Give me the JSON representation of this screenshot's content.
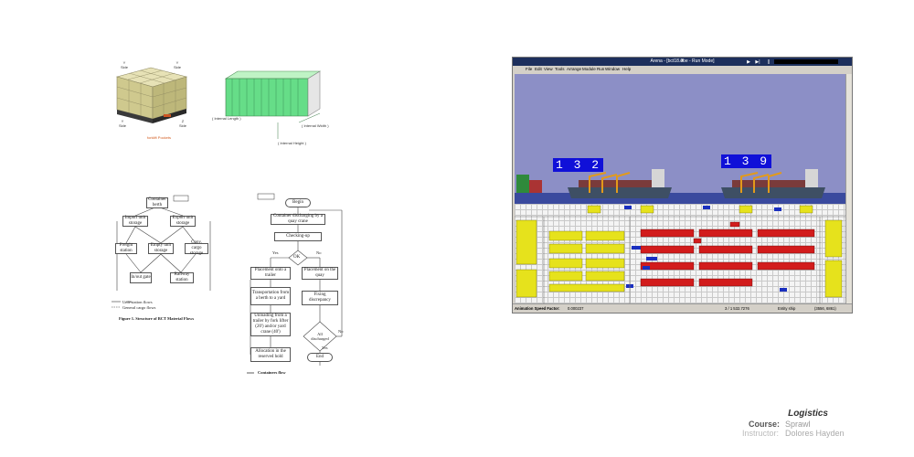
{
  "pallet": {
    "face_labels": [
      "Y\nSide",
      "Y\nSide",
      "Y\nSide",
      "Z\nSide"
    ],
    "caption": "forklift Pockets"
  },
  "container": {
    "labels": [
      "( Internal Length )",
      "( Internal Width )",
      "( Internal Height )"
    ]
  },
  "bct_diagram": {
    "nodes": [
      "Container berth",
      "Import unit storage",
      "Export unit storage",
      "Freight station",
      "Empty unit storage",
      "Conv. cargo storage",
      "In/out gate",
      "Railway station"
    ],
    "legend": [
      "Unit-station flows",
      "General cargo flows"
    ],
    "caption": "Figure 1. Structure of BCT Material Flows"
  },
  "flowchart": {
    "nodes": [
      "Begin",
      "Container discharging by a quay crane",
      "Checking-up",
      "OK",
      "Placement onto a trailer",
      "Placement on the quay",
      "Transportation from a berth to a yard",
      "Fixing discrepancy",
      "Unloading from a trailer by fork lifter (20') and/or yard crane (40')",
      "All discharged",
      "Allocation in the reserved hold",
      "End"
    ],
    "branch_labels": [
      "Yes",
      "No",
      "Yes",
      "No"
    ],
    "caption": "Containers flow"
  },
  "arena": {
    "title": "Arena - [bct18.doe - Run Mode]",
    "menu": [
      "File",
      "Edit",
      "View",
      "Tools",
      "Arrange",
      "Module",
      "Run",
      "Window",
      "Help"
    ],
    "counters": [
      "1 3 2",
      "1 3 9"
    ],
    "status": {
      "left": "Animation Speed Factor:",
      "speed": "0.000237",
      "mid": "3 / 1  532.7276",
      "right": "Entity ship",
      "coords": "(3556, 6861)"
    },
    "colors": {
      "sky": "#8c8fc6",
      "sea": "#3a4a9e",
      "yellow": "#e6e21c",
      "red": "#d21c1c",
      "counter": "#1010d8"
    }
  },
  "footer": {
    "title": "Logistics",
    "course_label": "Course:",
    "course_value": "Sprawl",
    "instructor_label": "Instructor:",
    "instructor_value": "Dolores Hayden"
  }
}
